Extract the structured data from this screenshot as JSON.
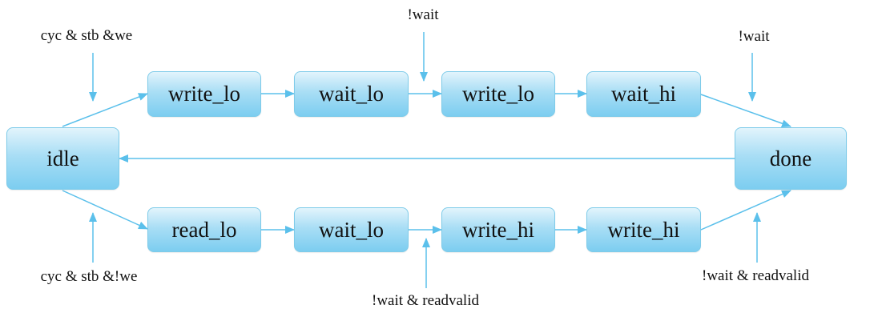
{
  "colors": {
    "accent": "#5bc0eb",
    "node_border": "#7ecbe9"
  },
  "nodes": {
    "idle": "idle",
    "done": "done",
    "top_1": "write_lo",
    "top_2": "wait_lo",
    "top_3": "write_lo",
    "top_4": "wait_hi",
    "bottom_1": "read_lo",
    "bottom_2": "wait_lo",
    "bottom_3": "write_hi",
    "bottom_4": "write_hi"
  },
  "conditions": {
    "write_start": "cyc & stb &we",
    "read_start": "cyc & stb &!we",
    "top_wait_lo": "!wait",
    "top_wait_hi": "!wait",
    "bottom_wait_lo": "!wait & readvalid",
    "bottom_wait_hi": "!wait & readvalid"
  }
}
